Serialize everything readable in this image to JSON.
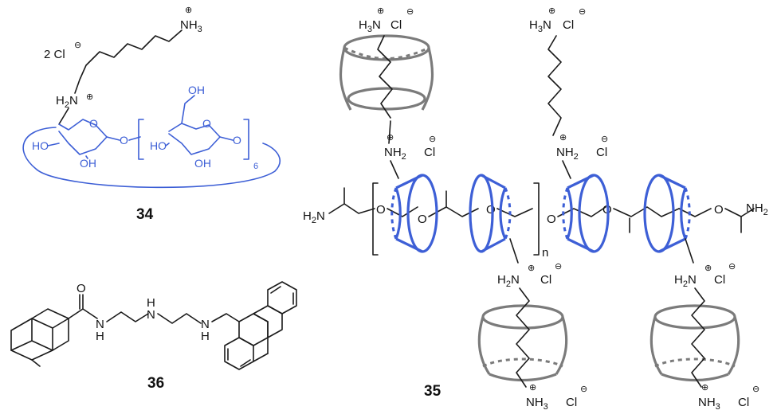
{
  "compounds": {
    "c34": {
      "label": "34",
      "counter_ion": "2 Cl",
      "amine_top": "NH",
      "amine_top_sub": "3",
      "amine_mid": "H",
      "amine_mid_sub": "2",
      "amine_mid_n": "N",
      "hydroxyls": [
        "HO",
        "OH",
        "HO",
        "OH",
        "OH"
      ],
      "ring_oxygen": "O",
      "repeat_count": "6"
    },
    "c35": {
      "label": "35",
      "repeat_n": "n",
      "end_left": "H",
      "end_left_sub": "2",
      "end_left_n": "N",
      "end_right": "NH",
      "end_right_sub": "2",
      "chloride": "Cl",
      "ammonium": "NH",
      "ammonium_sub": "3",
      "ammonium_h": "H",
      "ammonium_h_sub": "3",
      "ammonium_n": "N",
      "amine_h2": "NH",
      "amine_h2_sub": "2",
      "amine_h2_l": "H",
      "amine_h2_l_sub": "2",
      "amine_h2_l_n": "N",
      "oxygen": "O"
    },
    "c36": {
      "label": "36",
      "oxygen": "O",
      "amine": "N",
      "amine_h": "H"
    }
  },
  "colors": {
    "ink": "#1a1a1a",
    "cyclodextrin_blue": "#3d5fd6",
    "cucurbituril_gray": "#7b7b7b"
  }
}
